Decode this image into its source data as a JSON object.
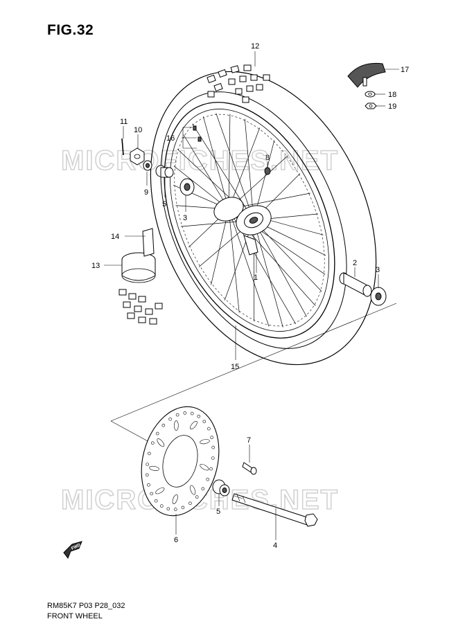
{
  "figure": {
    "title": "FIG.32",
    "footer_code": "RM85K7 P03 P28_032",
    "footer_name": "FRONT WHEEL",
    "fwd_label": "FWD"
  },
  "watermark": {
    "text_top": "MICROFICHES.NET",
    "text_bottom": "MICROFICHES.NET",
    "color": "#d2d2d2"
  },
  "callouts": [
    {
      "id": "12",
      "label": "12"
    },
    {
      "id": "17",
      "label": "17"
    },
    {
      "id": "18",
      "label": "18"
    },
    {
      "id": "19",
      "label": "19"
    },
    {
      "id": "11",
      "label": "11"
    },
    {
      "id": "10",
      "label": "10"
    },
    {
      "id": "16",
      "label": "16"
    },
    {
      "id": "8",
      "label": "8"
    },
    {
      "id": "9",
      "label": "9"
    },
    {
      "id": "5a",
      "label": "5"
    },
    {
      "id": "3a",
      "label": "3"
    },
    {
      "id": "14",
      "label": "14"
    },
    {
      "id": "13",
      "label": "13"
    },
    {
      "id": "1",
      "label": "1"
    },
    {
      "id": "2",
      "label": "2"
    },
    {
      "id": "3b",
      "label": "3"
    },
    {
      "id": "15",
      "label": "15"
    },
    {
      "id": "7",
      "label": "7"
    },
    {
      "id": "5b",
      "label": "5"
    },
    {
      "id": "6",
      "label": "6"
    },
    {
      "id": "4",
      "label": "4"
    }
  ]
}
